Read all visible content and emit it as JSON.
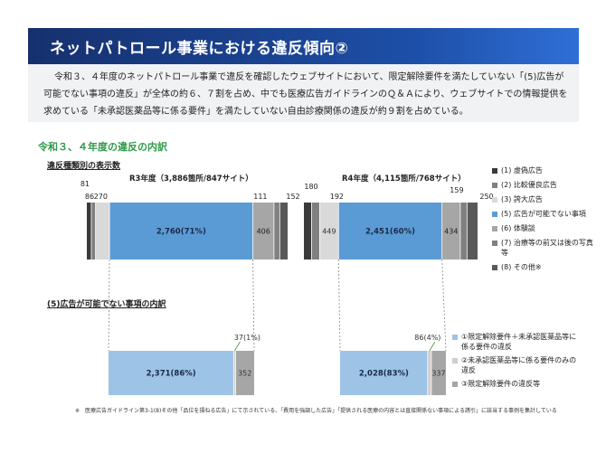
{
  "header": {
    "title": "ネットパトロール事業における違反傾向②"
  },
  "summary": {
    "text": "令和３、４年度のネットパトロール事業で違反を確認したウェブサイトにおいて、限定解除要件を満たしていない「(5)広告が可能でない事項の違反」が全体の約６、７割を占め、中でも医療広告ガイドラインのＱ＆Ａにより、ウェブサイトでの情報提供を求めている「未承認医薬品等に係る要件」を満たしていない自由診療関係の違反が約９割を占めている。"
  },
  "section": {
    "title": "令和３、４年度の違反の内訳",
    "sub1": "違反種類別の表示数",
    "sub2": "(5)広告が可能でない事項の内訳"
  },
  "legend_top": [
    {
      "label": "(1) 虚偽広告",
      "color": "#3a3a3a"
    },
    {
      "label": "(2) 比較優良広告",
      "color": "#7f7f7f"
    },
    {
      "label": "(3) 誇大広告",
      "color": "#d9d9d9"
    },
    {
      "label": "(5) 広告が可能でない事項",
      "color": "#5b9bd5"
    },
    {
      "label": "(6) 体験談",
      "color": "#a6a6a6"
    },
    {
      "label": "(7) 治療等の前又は後の写真等",
      "color": "#808080"
    },
    {
      "label": "(8) その他※",
      "color": "#595959"
    }
  ],
  "legend_bottom": [
    {
      "label": "①限定解除要件＋未承認医薬品等に係る要件の違反",
      "color": "#9dc3e6"
    },
    {
      "label": "②未承認医薬品等に係る要件のみの違反",
      "color": "#d0cece"
    },
    {
      "label": "③限定解除要件の違反等",
      "color": "#a6a6a6"
    }
  ],
  "footnote": "※　医療広告ガイドライン第3-1(8)その他「品位を損ねる広告」にて示されている、「費用を強調した広告」「提供される医療の内容とは直接関係ない事項による誘引」に該当する事例を集計している",
  "chart_data": [
    {
      "type": "bar",
      "stacked": true,
      "orientation": "horizontal",
      "title": "R3年度（3,886箇所/847サイト）",
      "categories": [
        "(1) 虚偽広告",
        "(2) 比較優良広告",
        "(3) 誇大広告",
        "(5) 広告が可能でない事項",
        "(6) 体験談",
        "(7) 治療等の前又は後の写真等",
        "(8) その他※"
      ],
      "values": [
        86,
        81,
        270,
        2760,
        406,
        111,
        152
      ],
      "data_labels": [
        "86",
        "81",
        "270",
        "2,760(71%)",
        "406",
        "111",
        "152"
      ],
      "total": 3886
    },
    {
      "type": "bar",
      "stacked": true,
      "orientation": "horizontal",
      "title": "R4年度（4,115箇所/768サイト）",
      "categories": [
        "(1) 虚偽広告",
        "(2) 比較優良広告",
        "(3) 誇大広告",
        "(5) 広告が可能でない事項",
        "(6) 体験談",
        "(7) 治療等の前又は後の写真等",
        "(8) その他※"
      ],
      "values": [
        180,
        192,
        449,
        2451,
        434,
        159,
        250
      ],
      "data_labels": [
        "180",
        "192",
        "449",
        "2,451(60%)",
        "434",
        "159",
        "250"
      ],
      "total": 4115
    },
    {
      "type": "bar",
      "stacked": true,
      "orientation": "horizontal",
      "title": "",
      "categories": [
        "①限定解除要件＋未承認医薬品等に係る要件の違反",
        "②未承認医薬品等に係る要件のみの違反",
        "③限定解除要件の違反等"
      ],
      "values": [
        2371,
        37,
        352
      ],
      "data_labels": [
        "2,371(86%)",
        "37(1%)",
        "352"
      ],
      "total": 2760
    },
    {
      "type": "bar",
      "stacked": true,
      "orientation": "horizontal",
      "title": "",
      "categories": [
        "①限定解除要件＋未承認医薬品等に係る要件の違反",
        "②未承認医薬品等に係る要件のみの違反",
        "③限定解除要件の違反等"
      ],
      "values": [
        2028,
        86,
        337
      ],
      "data_labels": [
        "2,028(83%)",
        "86(4%)",
        "337"
      ],
      "total": 2451
    }
  ]
}
